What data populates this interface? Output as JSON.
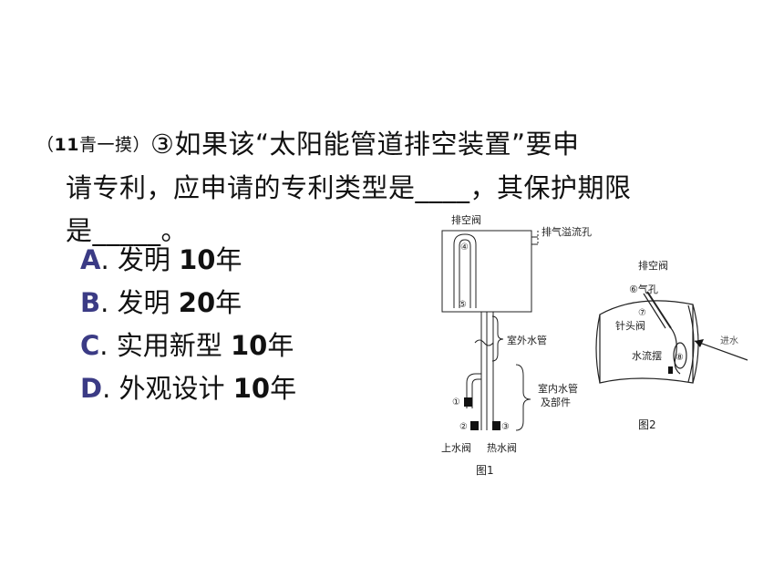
{
  "question": {
    "source_open": "（",
    "source_num": "11",
    "source_text": "青一摸）",
    "line1": "③如果该“太阳能管道排空装置”要申",
    "line2": "请专利，应申请的专利类型是____，其保护期限",
    "line3": "是_____。"
  },
  "options": [
    {
      "letter": "A",
      "sep": ". ",
      "text": "发明 ",
      "num": "10",
      "unit": "年"
    },
    {
      "letter": "B",
      "sep": ". ",
      "text": "发明 ",
      "num": "20",
      "unit": "年"
    },
    {
      "letter": "C",
      "sep": ". ",
      "text": "实用新型 ",
      "num": "10",
      "unit": "年"
    },
    {
      "letter": "D",
      "sep": ". ",
      "text": "外观设计 ",
      "num": "10",
      "unit": "年"
    }
  ],
  "figure1": {
    "valve_label": "排空阀",
    "overflow_label": "排气溢流孔",
    "outdoor_pipe_label": "室外水管",
    "indoor_label_1": "室内水管",
    "indoor_label_2": "及部件",
    "inlet_valve_label": "上水阀",
    "hot_valve_label": "热水阀",
    "caption": "图1",
    "marker_1": "①",
    "marker_2": "②",
    "marker_3": "③",
    "marker_4": "④",
    "marker_5": "⑤"
  },
  "figure2": {
    "valve_label": "排空阀",
    "hole_label": "⑥气孔",
    "needle_label": "针头阀",
    "flow_label": "水流摆",
    "inlet_label": "进水",
    "caption": "图2",
    "marker_7": "⑦",
    "marker_8": "⑧"
  }
}
